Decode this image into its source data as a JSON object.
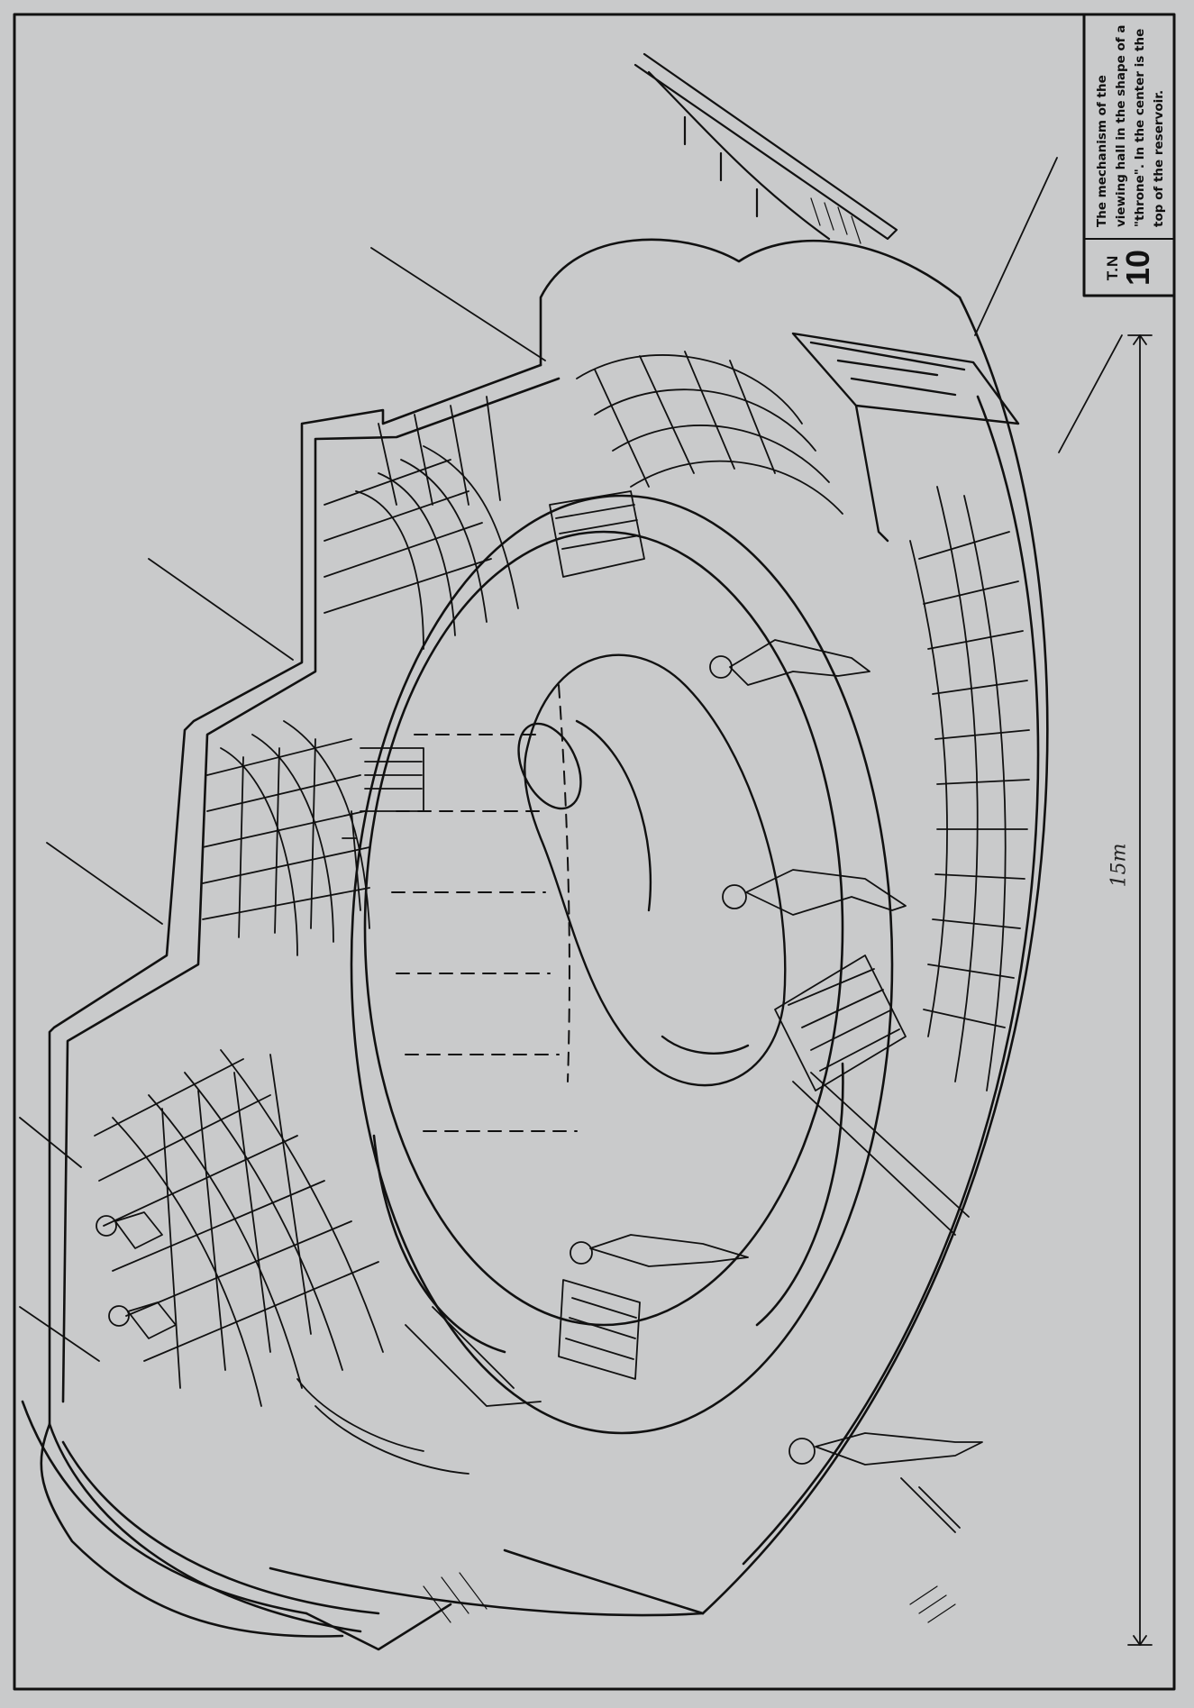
{
  "colors": {
    "paper": "#c9cacb",
    "ink": "#111111"
  },
  "title_block": {
    "code": "T.N",
    "number": "10",
    "caption": "The mechanism of the viewing hall in the shape of a \"throne\". In the center is the top of the reservoir."
  },
  "dimension": {
    "label": "15m"
  }
}
